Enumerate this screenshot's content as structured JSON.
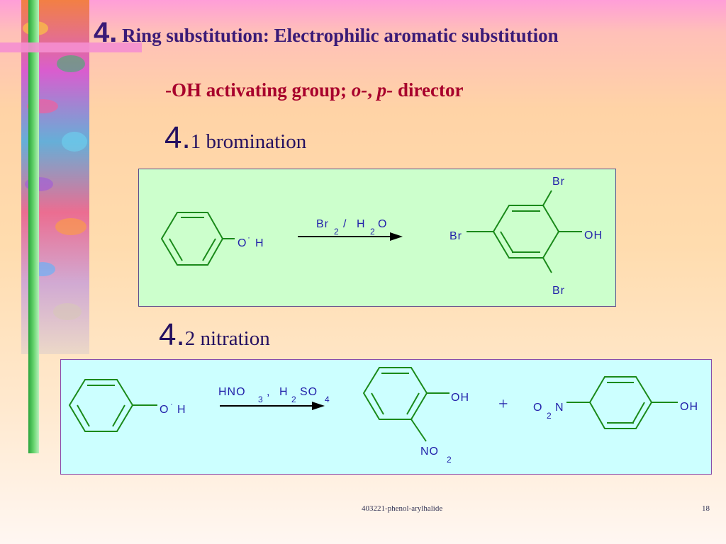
{
  "title": {
    "num": "4.",
    "text": " Ring substitution: Electrophilic aromatic substitution"
  },
  "subtitle": {
    "a": "-OH activating group; ",
    "o": "o-",
    "sep": ", ",
    "p": "p-",
    "b": " director"
  },
  "section1": {
    "num": "4.",
    "text": "1 bromination"
  },
  "section2": {
    "num": "4.",
    "text": "2 nitration"
  },
  "reaction1": {
    "reactant_o": "O",
    "reactant_dot": "·",
    "reactant_h": "H",
    "reagent_br": "Br",
    "reagent_br_sub": "2",
    "reagent_sep": "/",
    "reagent_h": "H",
    "reagent_h_sub": "2",
    "reagent_o": "O",
    "product_br_top": "Br",
    "product_br_left": "Br",
    "product_br_bottom": "Br",
    "product_oh": "OH"
  },
  "reaction2": {
    "reactant_o": "O",
    "reactant_dot": "·",
    "reactant_h": "H",
    "reagent_hno": "HNO",
    "reagent_3": "3",
    "reagent_sep": ",",
    "reagent_h": "H",
    "reagent_2": "2",
    "reagent_so": "SO",
    "reagent_4": "4",
    "ortho_oh": "OH",
    "ortho_no": "NO",
    "ortho_no_sub": "2",
    "plus": "+",
    "para_o": "O",
    "para_o_sub": "2",
    "para_n": "N",
    "para_oh": "OH"
  },
  "footer": {
    "left": "403221-phenol-arylhalide",
    "right": "18"
  },
  "colors": {
    "bond": "#1a8a1a",
    "label": "#2222aa",
    "title": "#3a1a77",
    "subtitle": "#a8002c"
  }
}
